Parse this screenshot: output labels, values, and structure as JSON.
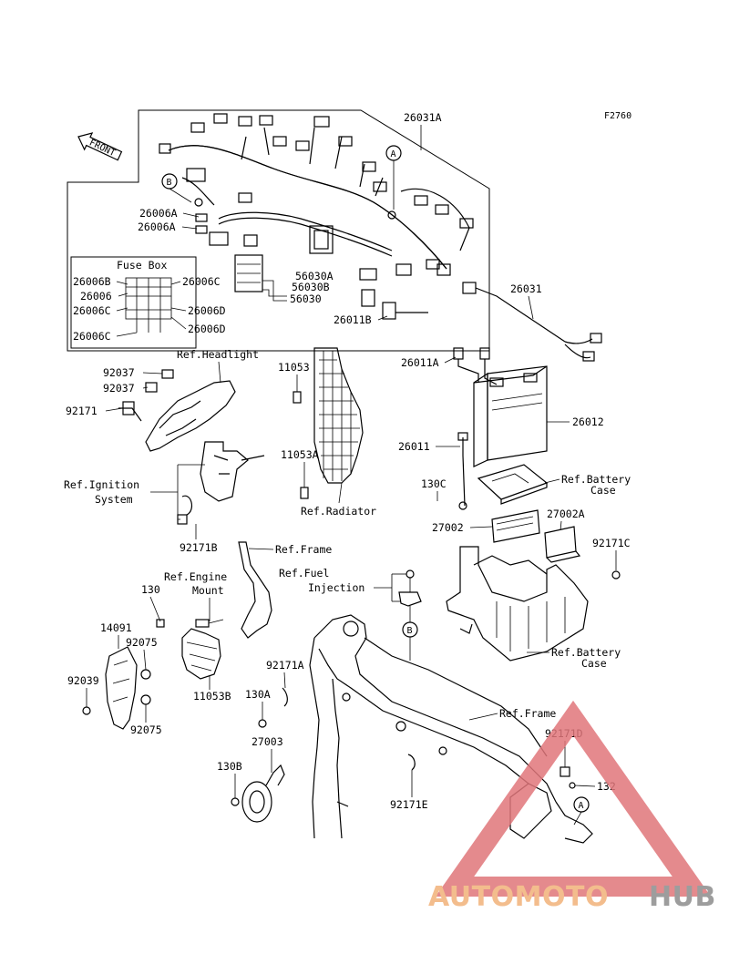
{
  "figure_code": "F2760",
  "front_marker": "FRONT",
  "callouts": {
    "A": "A",
    "B": "B"
  },
  "fuse_box": {
    "title": "Fuse Box",
    "labels": [
      "26006B",
      "26006C",
      "26006",
      "26006C",
      "26006D",
      "26006D",
      "26006C"
    ]
  },
  "parts": {
    "p26031A": "26031A",
    "p26006A_1": "26006A",
    "p26006A_2": "26006A",
    "p56030A": "56030A",
    "p56030B": "56030B",
    "p56030": "56030",
    "p26011B": "26011B",
    "p26031": "26031",
    "p26011A": "26011A",
    "p26012": "26012",
    "p26011": "26011",
    "p130C": "130C",
    "p27002": "27002",
    "p27002A": "27002A",
    "p92171C": "92171C",
    "p92037_1": "92037",
    "p92037_2": "92037",
    "p92171": "92171",
    "p11053": "11053",
    "p11053A": "11053A",
    "p92171B": "92171B",
    "p130": "130",
    "p14091": "14091",
    "p92075_1": "92075",
    "p92039": "92039",
    "p92075_2": "92075",
    "p11053B": "11053B",
    "p92171A": "92171A",
    "p130A": "130A",
    "p27003": "27003",
    "p130B": "130B",
    "p92171E": "92171E",
    "p92171D": "92171D",
    "p132": "132"
  },
  "references": {
    "headlight": "Ref.Headlight",
    "ignition_1": "Ref.Ignition",
    "ignition_2": "System",
    "radiator": "Ref.Radiator",
    "battery_case_1a": "Ref.Battery",
    "battery_case_1b": "Case",
    "frame_1": "Ref.Frame",
    "engine_mount_1": "Ref.Engine",
    "engine_mount_2": "Mount",
    "fuel_injection_1": "Ref.Fuel",
    "fuel_injection_2": "Injection",
    "battery_case_2a": "Ref.Battery",
    "battery_case_2b": "Case",
    "frame_2": "Ref.Frame"
  },
  "watermark": {
    "part1": "AUTOMOTO",
    "part2": "HUB",
    "colors": {
      "accent": "#f2b27a",
      "grey": "#8c8c8c",
      "triangle": "#e0767a"
    }
  }
}
